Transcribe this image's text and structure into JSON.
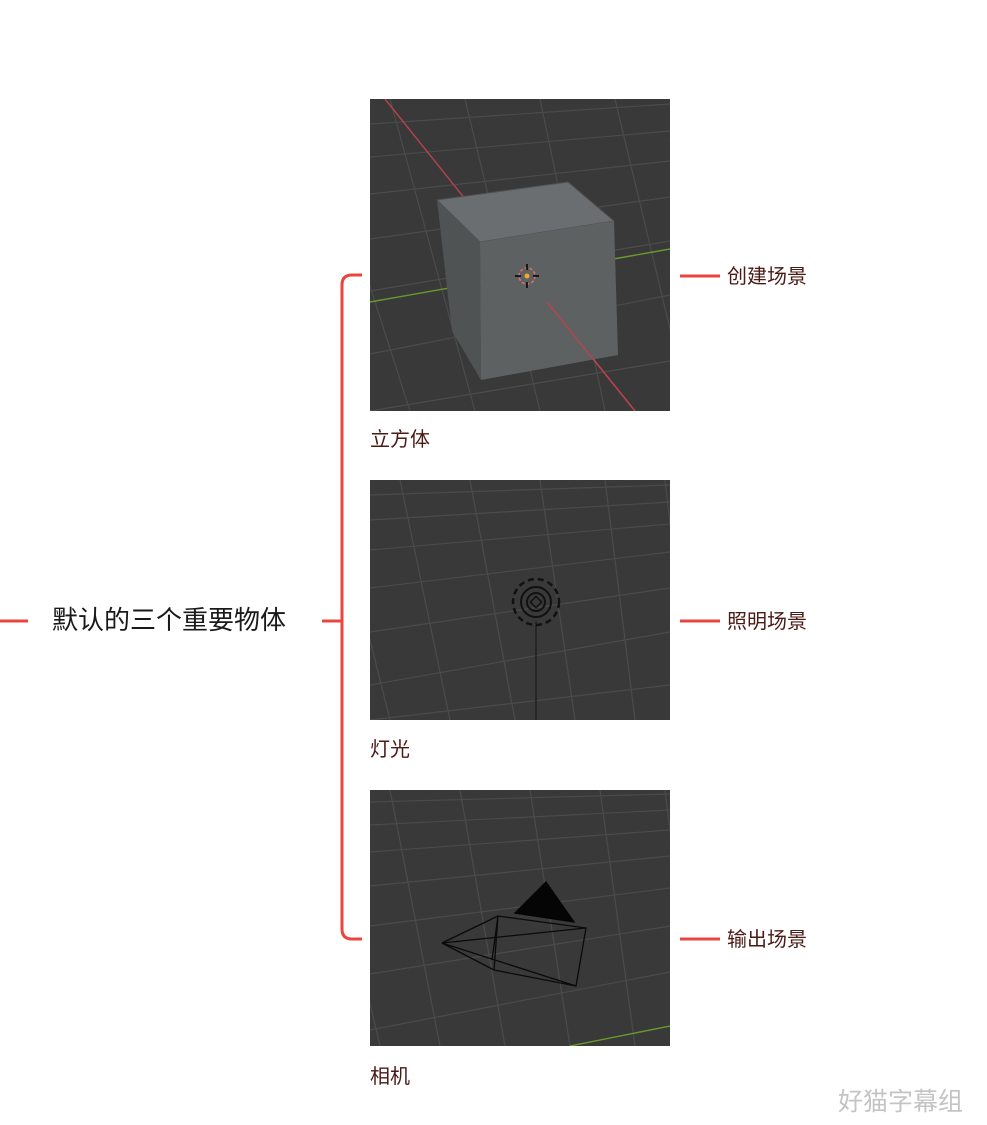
{
  "root": {
    "label": "默认的三个重要物体"
  },
  "objects": [
    {
      "caption": "立方体",
      "role": "创建场景",
      "icon": "cube-viewport"
    },
    {
      "caption": "灯光",
      "role": "照明场景",
      "icon": "light-viewport"
    },
    {
      "caption": "相机",
      "role": "输出场景",
      "icon": "camera-viewport"
    }
  ],
  "watermark": "好猫字幕组",
  "colors": {
    "connector": "#e8463f",
    "label_text": "#4a1a14",
    "viewport_bg": "#393939",
    "grid_line": "#4a4a4a",
    "x_axis": "#b8434c",
    "y_axis": "#6a9a2c",
    "cube_front": "#5d6162",
    "cube_top": "#6a6e70",
    "origin_dot": "#f5a623"
  }
}
